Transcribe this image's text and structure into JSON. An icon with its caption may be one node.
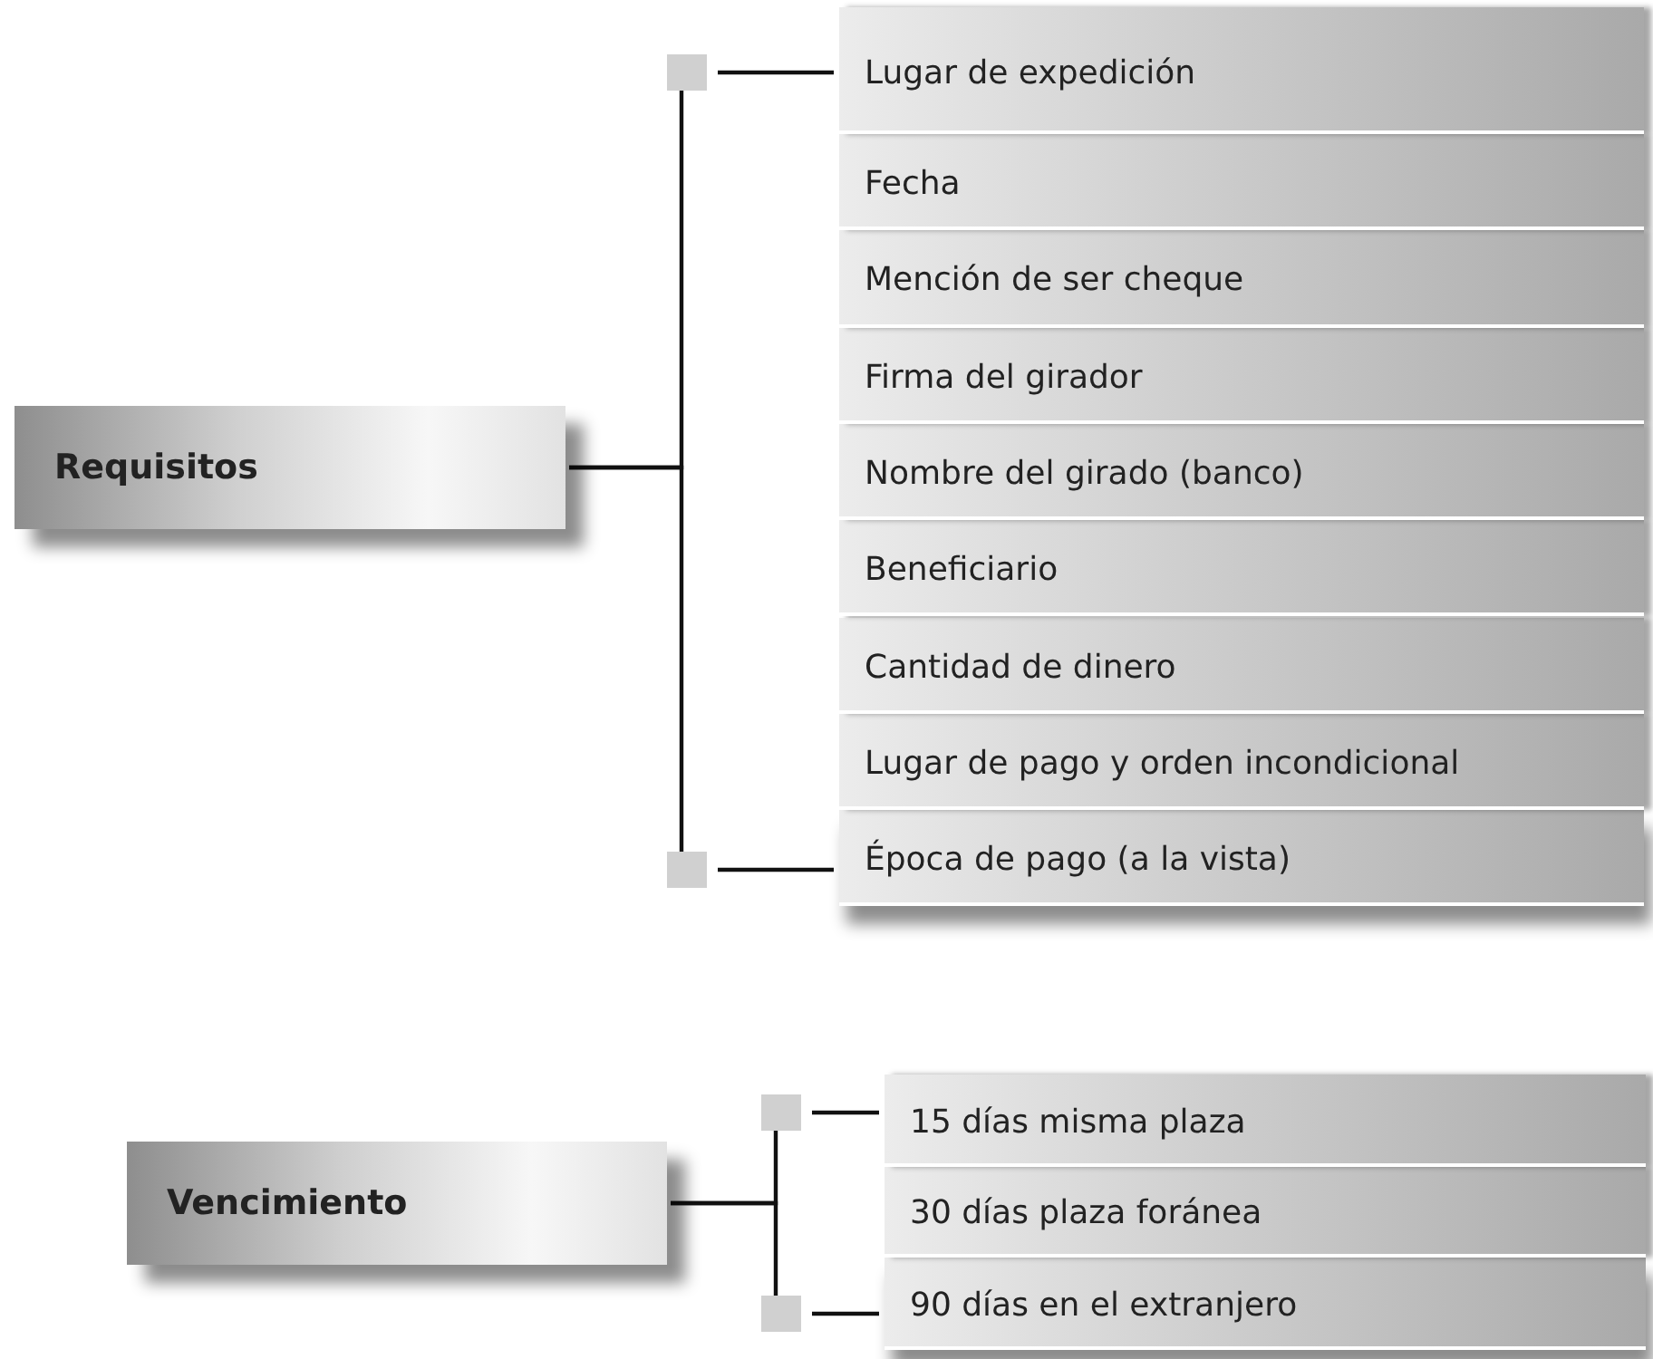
{
  "diagram": {
    "nodes": [
      {
        "text": [
          "Requisitos"
        ]
      },
      {
        "text": [],
        "shape": "box"
      },
      {
        "text": [],
        "shape": "box"
      },
      {
        "text": [
          "Lugar de expedición"
        ]
      },
      {
        "text": [
          "Fecha"
        ]
      },
      {
        "text": [
          "Mención de ser cheque"
        ]
      },
      {
        "text": [
          "Firma del girador"
        ]
      },
      {
        "text": [
          "Nombre del girado (banco)"
        ]
      },
      {
        "text": [
          "Beneficiario"
        ]
      },
      {
        "text": [
          "Cantidad de dinero"
        ]
      },
      {
        "text": [
          "Lugar de pago y orden incondicional"
        ]
      },
      {
        "text": [
          "Época de pago (a la vista)"
        ]
      },
      {
        "text": [
          "Vencimiento"
        ]
      },
      {
        "text": [],
        "shape": "box"
      },
      {
        "text": [],
        "shape": "box"
      },
      {
        "text": [
          "15 días misma plaza"
        ]
      },
      {
        "text": [
          "30 días plaza foránea"
        ]
      },
      {
        "text": [
          "90 días en el extranjero"
        ]
      }
    ],
    "edges": [
      {
        "from": 0,
        "to": 1,
        "arrow": "none"
      },
      {
        "from": 0,
        "to": 2,
        "arrow": "none"
      },
      {
        "from": 1,
        "to": 3,
        "arrow": "none"
      },
      {
        "from": 2,
        "to": 11,
        "arrow": "none"
      },
      {
        "from": 12,
        "to": 13,
        "arrow": "none"
      },
      {
        "from": 12,
        "to": 14,
        "arrow": "none"
      },
      {
        "from": 13,
        "to": 15,
        "arrow": "none"
      },
      {
        "from": 14,
        "to": 17,
        "arrow": "none"
      }
    ]
  }
}
